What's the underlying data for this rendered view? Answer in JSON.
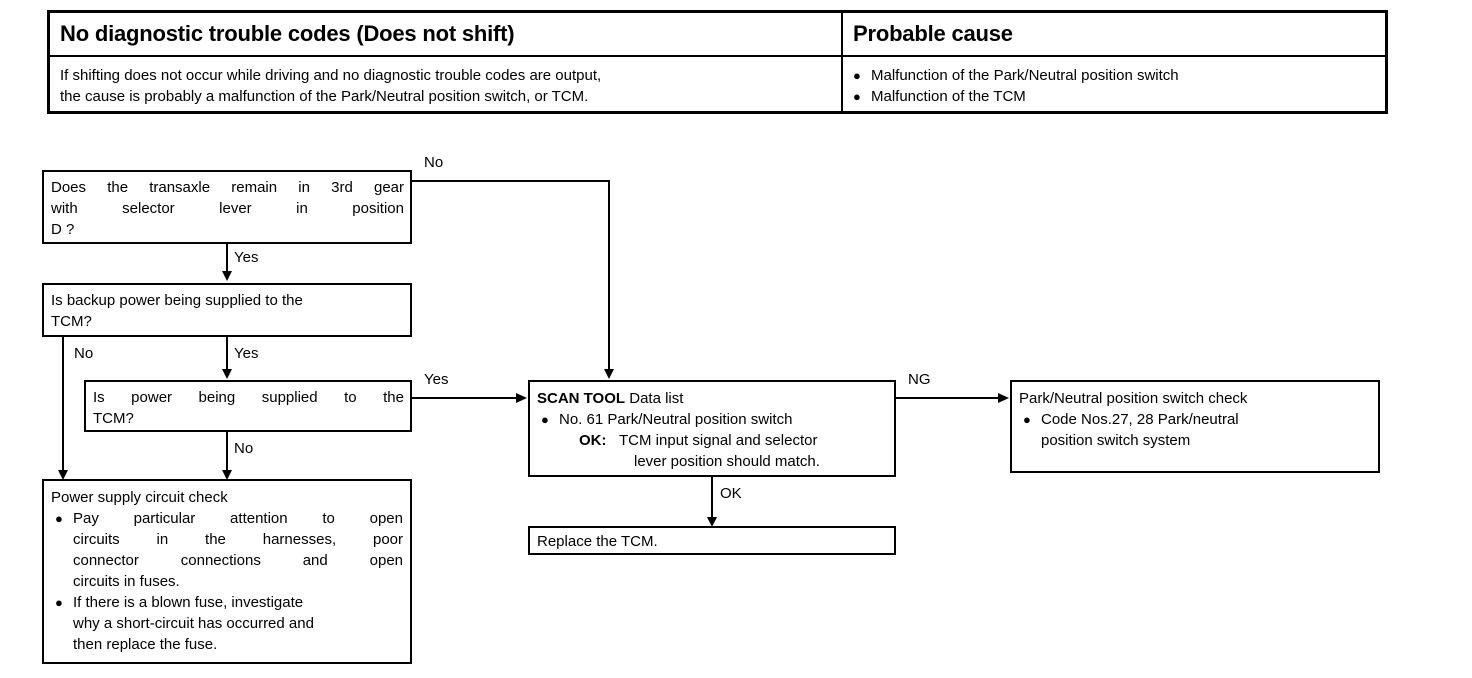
{
  "symptom_table": {
    "headers": {
      "left": "No diagnostic trouble codes (Does not shift)",
      "right": "Probable cause"
    },
    "description_lines": [
      "If shifting does not occur while driving and no diagnostic trouble codes are output,",
      "the cause is probably a malfunction of the Park/Neutral position switch, or TCM."
    ],
    "causes": [
      "Malfunction of the Park/Neutral position switch",
      "Malfunction of the TCM"
    ],
    "bullet_glyph": "●"
  },
  "flow": {
    "bullet_glyph": "●",
    "q1": {
      "lines": [
        "Does the transaxle remain in 3rd gear",
        "with selector lever in position",
        "D ?"
      ]
    },
    "q2": {
      "lines": [
        "Is backup power being supplied to the",
        "TCM?"
      ]
    },
    "q3": {
      "lines": [
        "Is power being supplied to the",
        "TCM?"
      ]
    },
    "power_supply": {
      "title": "Power supply circuit check",
      "items": [
        [
          "Pay particular attention to open",
          "circuits in the harnesses, poor",
          "connector connections and open",
          "circuits in fuses."
        ],
        [
          "If there is a blown fuse, investigate",
          "why a short-circuit has occurred and",
          "then replace the fuse."
        ]
      ]
    },
    "scan_tool": {
      "title_bold": "SCAN TOOL",
      "title_rest": "Data list",
      "item_line": "No. 61 Park/Neutral position switch",
      "ok_label": "OK:",
      "ok_line_1": "TCM input signal and selector",
      "ok_line_2": "lever position should match."
    },
    "replace_tcm": {
      "text": "Replace the TCM."
    },
    "pn_check": {
      "title": "Park/Neutral position switch check",
      "item_line_1": "Code  Nos.27,   28   Park/neutral",
      "item_line_2": "position switch system"
    },
    "labels": {
      "q1_no": "No",
      "q1_yes": "Yes",
      "q2_no": "No",
      "q2_yes": "Yes",
      "q3_yes": "Yes",
      "q3_no": "No",
      "scan_ng": "NG",
      "scan_ok": "OK"
    }
  },
  "colors": {
    "ink": "#000000",
    "paper": "#ffffff"
  }
}
